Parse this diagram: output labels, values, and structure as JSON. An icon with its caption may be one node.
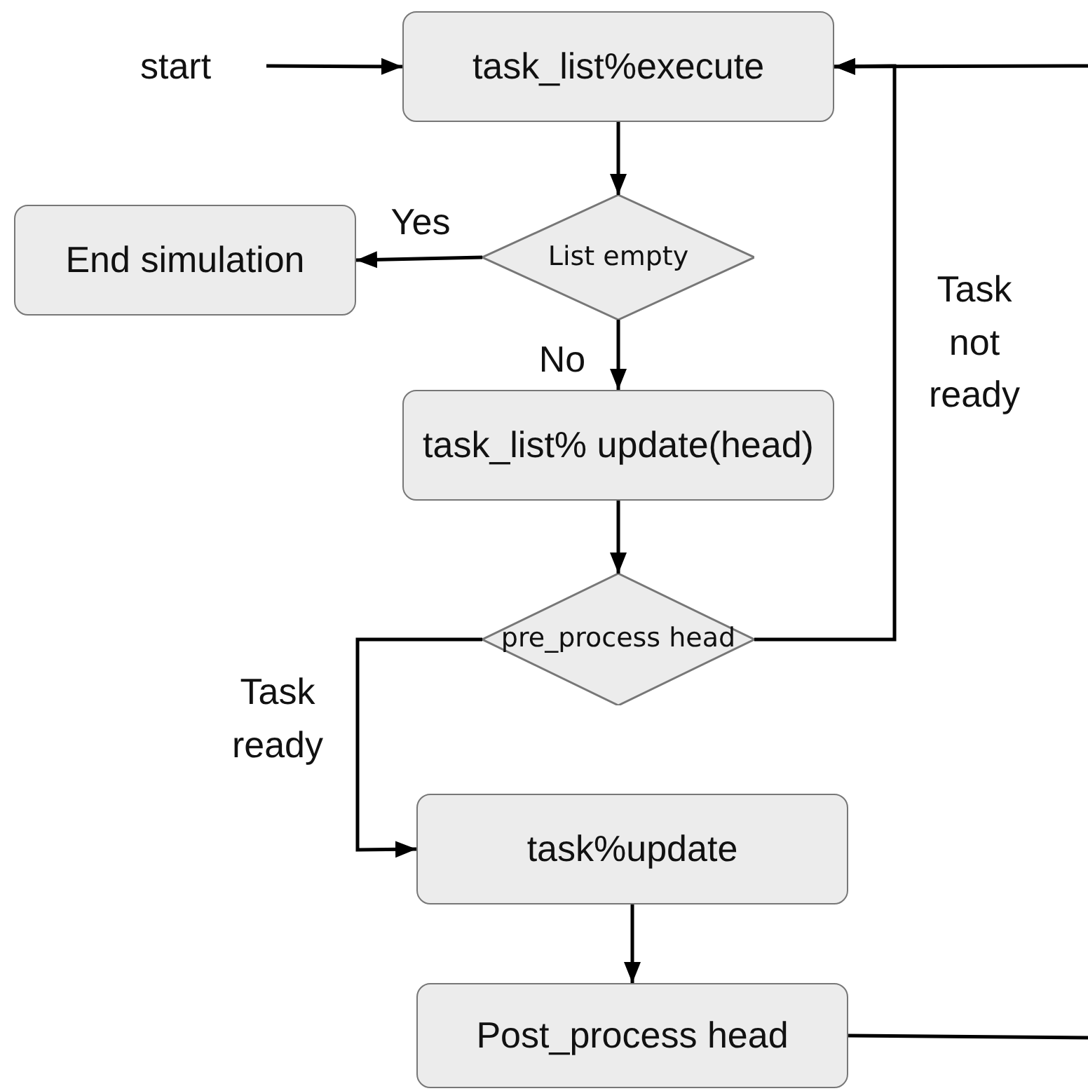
{
  "diagram": {
    "nodes": [
      {
        "text": [
          "start"
        ]
      },
      {
        "text": [
          "task_list%execute"
        ]
      },
      {
        "text": [
          "End simulation"
        ]
      },
      {
        "text": [
          "List empty"
        ]
      },
      {
        "text": [
          "task_list% update(head)"
        ]
      },
      {
        "text": [
          "pre_process head"
        ]
      },
      {
        "text": [
          "task%update"
        ]
      },
      {
        "text": [
          "Post_process head"
        ]
      }
    ],
    "edges": [
      {
        "from": 0,
        "to": 1,
        "arrow": "to"
      },
      {
        "from": 1,
        "to": 3,
        "arrow": "to"
      },
      {
        "from": 3,
        "to": 2,
        "arrow": "to",
        "label": "Yes"
      },
      {
        "from": 3,
        "to": 4,
        "arrow": "to",
        "label": "No"
      },
      {
        "from": 4,
        "to": 5,
        "arrow": "to"
      },
      {
        "from": 5,
        "to": 6,
        "arrow": "to",
        "label": "Task ready"
      },
      {
        "from": 5,
        "to": 1,
        "arrow": "to",
        "label": "Task not ready"
      },
      {
        "from": 6,
        "to": 7,
        "arrow": "to"
      },
      {
        "from": 7,
        "to": null,
        "arrow": "none"
      },
      {
        "from": null,
        "to": 1,
        "arrow": "to"
      }
    ]
  }
}
